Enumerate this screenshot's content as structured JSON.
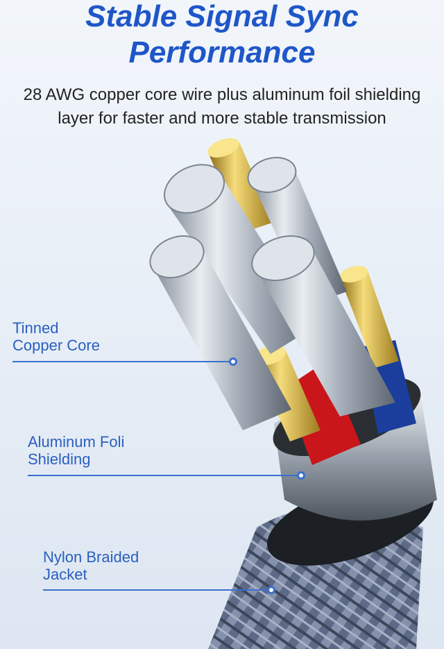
{
  "header": {
    "title_line1": "Stable Signal Sync",
    "title_line2": "Performance",
    "subtitle_line1": "28 AWG copper core wire plus aluminum foil shielding",
    "subtitle_line2": "layer for faster and more stable transmission"
  },
  "callouts": [
    {
      "line1": "Tinned",
      "line2": "Copper Core"
    },
    {
      "line1": "Aluminum Foli",
      "line2": "Shielding"
    },
    {
      "line1": "Nylon Braided",
      "line2": "Jacket"
    }
  ],
  "colors": {
    "title": "#1f56c8",
    "callout": "#2a5fc0",
    "text": "#222222"
  }
}
